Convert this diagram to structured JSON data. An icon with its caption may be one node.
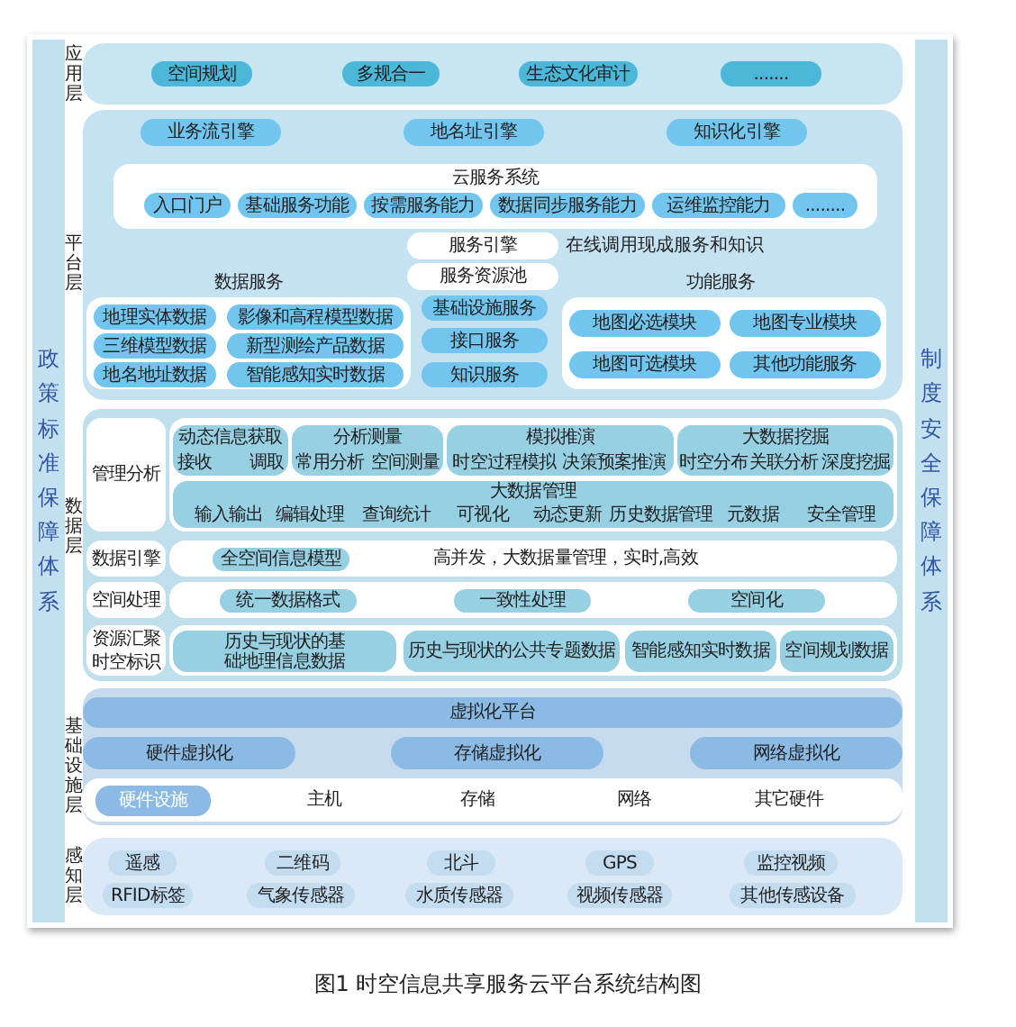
{
  "diagram": {
    "caption": "图1 时空信息共享服务云平台系统结构图",
    "nodes": [
      {
        "text": [
          "政策标准保障体系"
        ]
      },
      {
        "text": [
          "制度安全保障体系"
        ]
      },
      {
        "text": [],
        "shape": "box"
      },
      {
        "text": [
          "空间规划"
        ],
        "in": 2
      },
      {
        "text": [
          "多规合一"
        ],
        "in": 2
      },
      {
        "text": [
          "生态文化审计"
        ],
        "in": 2
      },
      {
        "text": [
          "......."
        ],
        "in": 2
      },
      {
        "text": [],
        "shape": "box"
      },
      {
        "text": [
          "业务流引擎"
        ],
        "in": 7
      },
      {
        "text": [
          "地名址引擎"
        ],
        "in": 7
      },
      {
        "text": [
          "知识化引擎"
        ],
        "in": 7
      },
      {
        "text": [
          "云服务系统"
        ],
        "in": 7
      },
      {
        "text": [
          "入口门户"
        ],
        "in": 11
      },
      {
        "text": [
          "基础服务功能"
        ],
        "in": 11
      },
      {
        "text": [
          "按需服务能力"
        ],
        "in": 11
      },
      {
        "text": [
          "数据同步服务能力"
        ],
        "in": 11
      },
      {
        "text": [
          "运维监控能力"
        ],
        "in": 11
      },
      {
        "text": [
          "........"
        ],
        "in": 11
      },
      {
        "text": [
          "服务引擎"
        ],
        "in": 7,
        "beside": [
          "在线调用现成服务和知识"
        ]
      },
      {
        "text": [
          "服务资源池"
        ],
        "in": 7
      },
      {
        "text": [
          "数据服务"
        ],
        "in": 7
      },
      {
        "text": [
          "地理实体数据"
        ],
        "in": 20
      },
      {
        "text": [
          "影像和高程模型数据"
        ],
        "in": 20
      },
      {
        "text": [
          "三维模型数据"
        ],
        "in": 20
      },
      {
        "text": [
          "新型测绘产品数据"
        ],
        "in": 20
      },
      {
        "text": [
          "地名地址数据"
        ],
        "in": 20
      },
      {
        "text": [
          "智能感知实时数据"
        ],
        "in": 20
      },
      {
        "text": [
          "基础设施服务"
        ],
        "in": 7
      },
      {
        "text": [
          "接口服务"
        ],
        "in": 7
      },
      {
        "text": [
          "知识服务"
        ],
        "in": 7
      },
      {
        "text": [
          "功能服务"
        ],
        "in": 7
      },
      {
        "text": [
          "地图必选模块"
        ],
        "in": 30
      },
      {
        "text": [
          "地图专业模块"
        ],
        "in": 30
      },
      {
        "text": [
          "地图可选模块"
        ],
        "in": 30
      },
      {
        "text": [
          "其他功能服务"
        ],
        "in": 30
      },
      {
        "text": [],
        "shape": "box"
      },
      {
        "text": [
          "管理分析"
        ],
        "in": 35
      },
      {
        "text": [],
        "shape": "box",
        "in": 35
      },
      {
        "text": [
          "动态信息获取",
          "接收",
          "调取"
        ],
        "in": 37
      },
      {
        "text": [
          "分析测量",
          "常用分析",
          "空间测量"
        ],
        "in": 37
      },
      {
        "text": [
          "模拟推演",
          "时空过程模拟",
          "决策预案推演"
        ],
        "in": 37
      },
      {
        "text": [
          "大数据挖掘",
          "时空分布",
          "关联分析",
          "深度挖掘"
        ],
        "in": 37
      },
      {
        "text": [
          "大数据管理",
          "输入输出",
          "编辑处理",
          "查询统计",
          "可视化",
          "动态更新",
          "历史数据管理",
          "元数据",
          "安全管理"
        ],
        "in": 37
      },
      {
        "text": [
          "数据引擎"
        ],
        "in": 35
      },
      {
        "text": [
          "高并发，大数据量管理，实时,高效"
        ],
        "in": 35
      },
      {
        "text": [
          "全空间信息模型"
        ],
        "in": 44
      },
      {
        "text": [
          "空间处理"
        ],
        "in": 35
      },
      {
        "text": [],
        "shape": "box",
        "in": 35
      },
      {
        "text": [
          "统一数据格式"
        ],
        "in": 47
      },
      {
        "text": [
          "一致性处理"
        ],
        "in": 47
      },
      {
        "text": [
          "空间化"
        ],
        "in": 47
      },
      {
        "text": [
          "资源汇聚",
          "时空标识"
        ],
        "in": 35
      },
      {
        "text": [],
        "shape": "box",
        "in": 35
      },
      {
        "text": [
          "历史与现状的基础地理信息数据"
        ],
        "in": 52
      },
      {
        "text": [
          "历史与现状的公共专题数据"
        ],
        "in": 52
      },
      {
        "text": [
          "智能感知实时数据"
        ],
        "in": 52
      },
      {
        "text": [
          "空间规划数据"
        ],
        "in": 52
      },
      {
        "text": [],
        "shape": "box"
      },
      {
        "text": [
          "虚拟化平台"
        ],
        "in": 57
      },
      {
        "text": [
          "硬件虚拟化"
        ],
        "in": 57
      },
      {
        "text": [
          "存储虚拟化"
        ],
        "in": 57
      },
      {
        "text": [
          "网络虚拟化"
        ],
        "in": 57
      },
      {
        "text": [
          "主机",
          "存储",
          "网络",
          "其它硬件"
        ],
        "in": 57
      },
      {
        "text": [
          "硬件设施"
        ],
        "in": 62
      },
      {
        "text": [],
        "shape": "box"
      },
      {
        "text": [
          "遥感"
        ],
        "in": 64
      },
      {
        "text": [
          "二维码"
        ],
        "in": 64
      },
      {
        "text": [
          "北斗"
        ],
        "in": 64
      },
      {
        "text": [
          "GPS"
        ],
        "in": 64
      },
      {
        "text": [
          "监控视频"
        ],
        "in": 64
      },
      {
        "text": [
          "RFID标签"
        ],
        "in": 64
      },
      {
        "text": [
          "气象传感器"
        ],
        "in": 64
      },
      {
        "text": [
          "水质传感器"
        ],
        "in": 64
      },
      {
        "text": [
          "视频传感器"
        ],
        "in": 64
      },
      {
        "text": [
          "其他传感设备"
        ],
        "in": 64
      }
    ],
    "labels": [
      "应用层",
      "平台层",
      "数据层",
      "基础设施层",
      "感知层"
    ]
  }
}
